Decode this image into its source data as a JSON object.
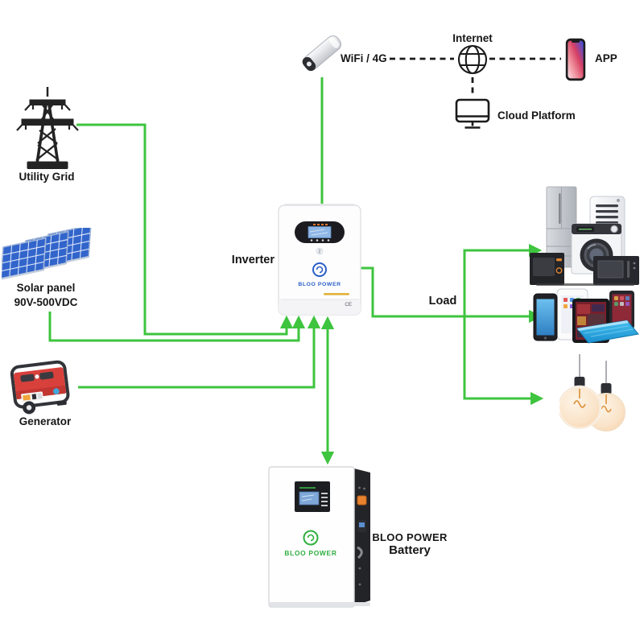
{
  "diagram": {
    "connectivity": {
      "wifi_label": "WiFi / 4G",
      "internet_label": "Internet",
      "app_label": "APP",
      "cloud_label": "Cloud Platform"
    },
    "sources": {
      "utility_grid_label": "Utility Grid",
      "solar_label": "Solar panel",
      "solar_spec": "90V-500VDC",
      "generator_label": "Generator"
    },
    "inverter": {
      "label": "Inverter",
      "brand": "BLOO POWER",
      "ce_mark": "CE"
    },
    "load": {
      "label": "Load"
    },
    "battery": {
      "panel_brand": "BLOO POWER",
      "caption_brand": "BLOO POWER",
      "caption_product": "Battery"
    },
    "colors": {
      "connector_green": "#3ec43e",
      "dashed_line": "#1b1b1b",
      "solar_blue": "#3265cb",
      "generator_red": "#d8403c",
      "inverter_logo_blue": "#2b5fc7",
      "battery_logo_green": "#2fae3f",
      "bulb_warm": "#f7d4ae"
    },
    "icons": {
      "wifi": "wifi-dongle-icon",
      "internet": "globe-icon",
      "app": "smartphone-icon",
      "cloud_platform": "monitor-icon",
      "utility_grid": "transmission-tower-icon",
      "solar": "solar-panels-icon",
      "generator": "generator-icon",
      "inverter": "inverter-unit-icon",
      "appliances": "home-appliances-icon",
      "mobile_devices": "mobile-devices-icon",
      "lights": "light-bulbs-icon",
      "battery": "battery-unit-icon"
    }
  }
}
